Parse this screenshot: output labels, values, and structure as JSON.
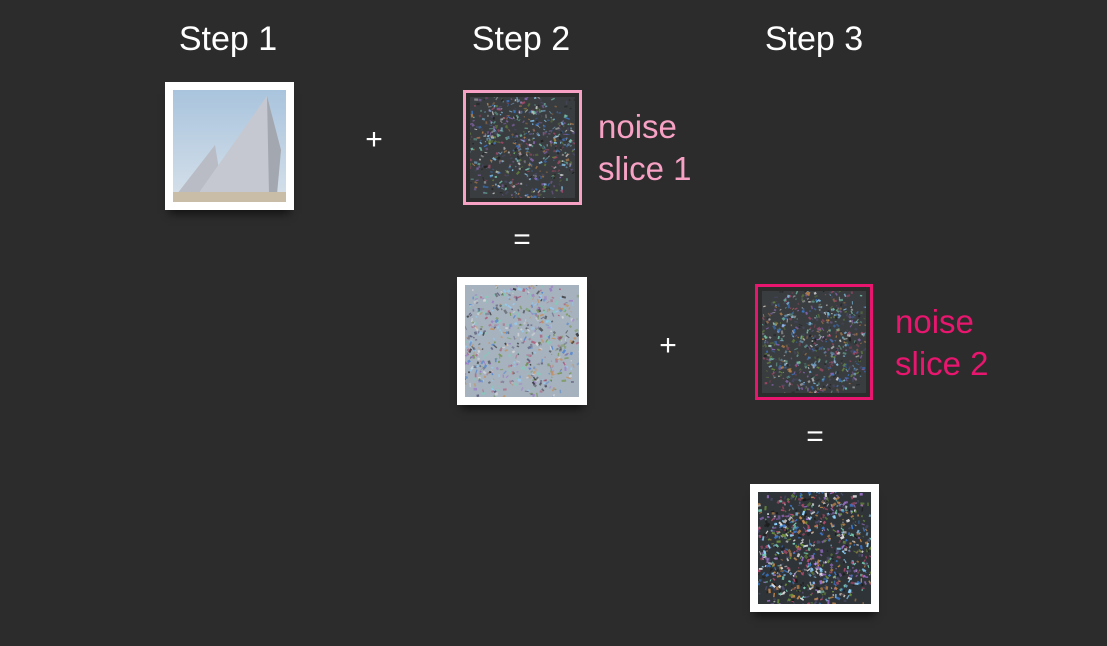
{
  "steps": [
    {
      "title": "Step 1"
    },
    {
      "title": "Step 2"
    },
    {
      "title": "Step 3"
    }
  ],
  "operators": {
    "plus": "+",
    "equals": "="
  },
  "noise_slices": [
    {
      "line1": "noise",
      "line2": "slice 1",
      "color": "#f7a1c4"
    },
    {
      "line1": "noise",
      "line2": "slice 2",
      "color": "#e8166e"
    }
  ],
  "images": {
    "original": "pyramid-photo",
    "intermediate": "pyramid-photo-with-noise",
    "final": "pure-noise-image"
  }
}
